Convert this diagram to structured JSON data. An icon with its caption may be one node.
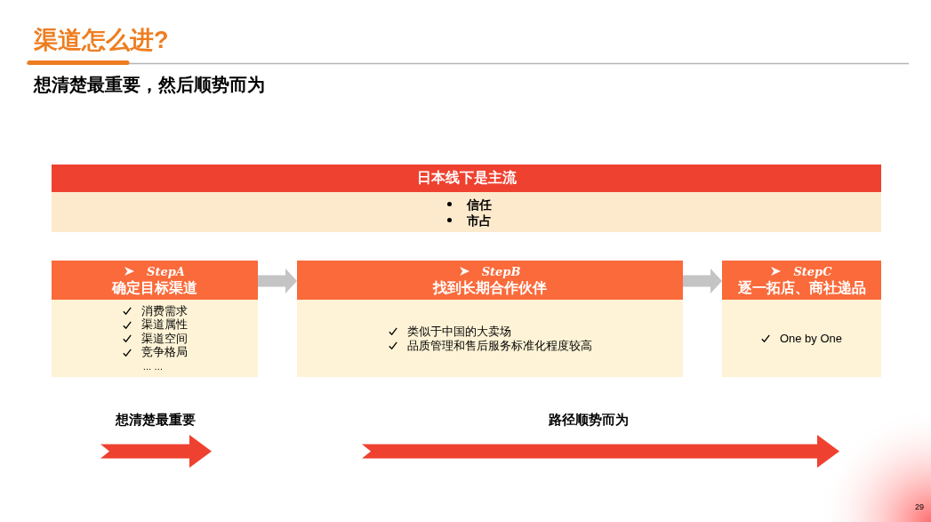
{
  "diagram": {
    "title": "渠道怎么进?",
    "nodes": [
      {
        "text": [
          "日本线下是主流",
          "信任",
          "市占"
        ]
      },
      {
        "text": [
          "StepA",
          "确定目标渠道",
          "消费需求",
          "渠道属性",
          "渠道空间",
          "竞争格局",
          "… …"
        ]
      },
      {
        "text": [
          "StepB",
          "找到长期合作伙伴",
          "类似于中国的大卖场",
          "品质管理和售后服务标准化程度较高"
        ]
      },
      {
        "text": [
          "StepC",
          "逐一拓店、商社递品",
          "One by One"
        ]
      }
    ],
    "edges": [
      {
        "from": 1,
        "to": 2,
        "arrow": "to"
      },
      {
        "from": 2,
        "to": 3,
        "arrow": "to"
      }
    ],
    "labels": [
      "想清楚最重要，然后顺势而为",
      "想清楚最重要",
      "路径顺势而为",
      "29"
    ]
  }
}
